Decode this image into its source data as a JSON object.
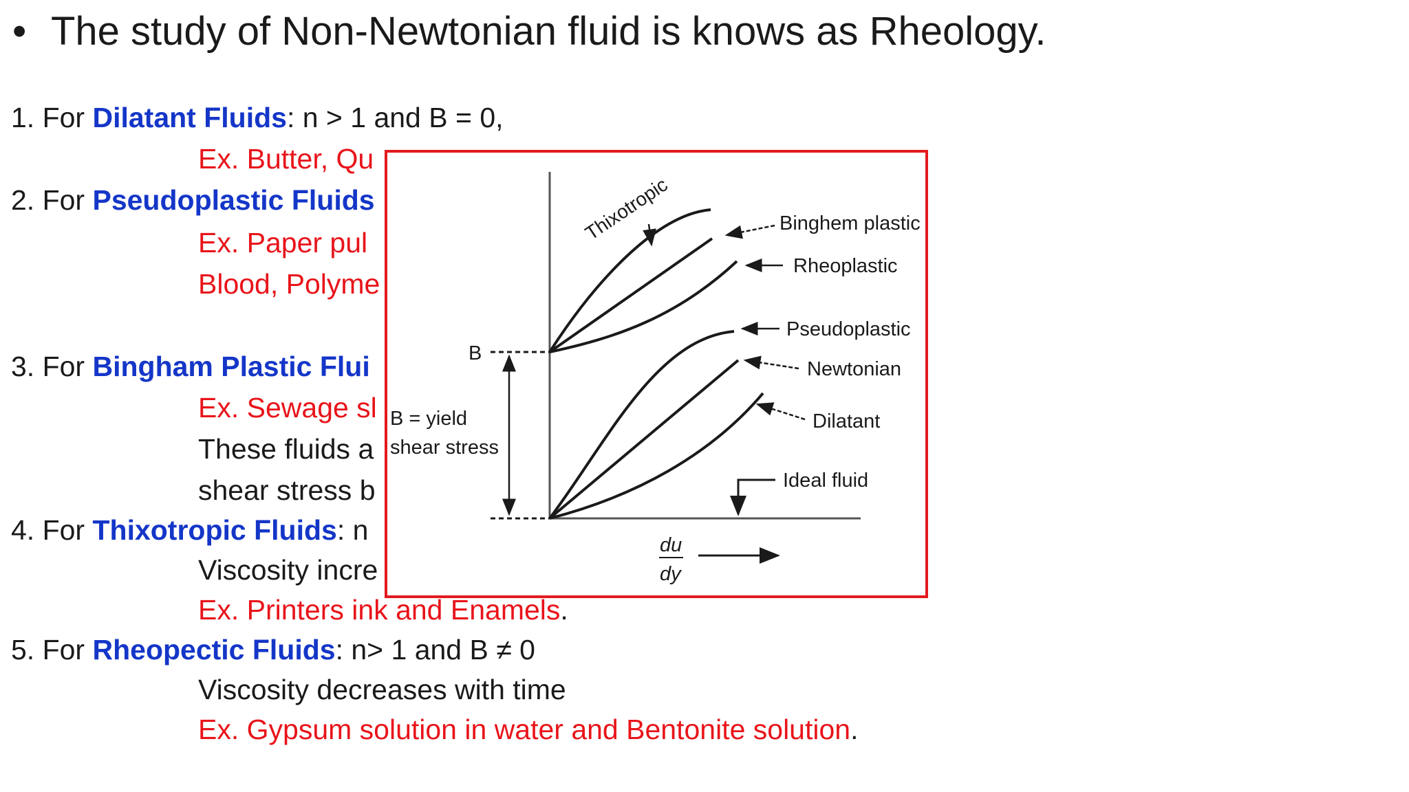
{
  "heading": {
    "bullet": "•",
    "text": "The study of Non-Newtonian fluid is knows as Rheology."
  },
  "items": [
    {
      "number": "1.  For ",
      "name": "Dilatant Fluids",
      "condition": ": n > 1 and B = 0,",
      "example": "Ex. Butter, Qu"
    },
    {
      "number": "2. For ",
      "name": "Pseudoplastic Fluids",
      "example_1": "Ex. Paper pul",
      "example_2": "Blood, Polyme"
    },
    {
      "number": "3. For ",
      "name": "Bingham Plastic Flui",
      "example": "Ex. Sewage sl",
      "note_1": "These fluids a",
      "note_2": "shear stress b"
    },
    {
      "number": "4. For ",
      "name": "Thixotropic Fluids",
      "condition": ": n",
      "note": "Viscosity incre",
      "example": "Ex. Printers ink and Enamels",
      "example_end": "."
    },
    {
      "number": "5. For ",
      "name": "Rheopectic Fluids",
      "condition": ": n> 1 and B ≠ 0",
      "note": "Viscosity decreases with time",
      "example": "Ex. Gypsum solution in water and Bentonite solution",
      "example_end": "."
    }
  ],
  "figure": {
    "border_color": "#e21a1f",
    "curve_labels": {
      "thixotropic": "Thixotropic",
      "bingham": "Binghem plastic",
      "rheoplastic": "Rheoplastic",
      "pseudoplastic": "Pseudoplastic",
      "newtonian": "Newtonian",
      "dilatant": "Dilatant",
      "ideal": "Ideal fluid"
    },
    "b_label": "B",
    "yield_label_1": "B = yield",
    "yield_label_2": "shear stress",
    "x_label_top": "du",
    "x_label_bottom": "dy"
  }
}
